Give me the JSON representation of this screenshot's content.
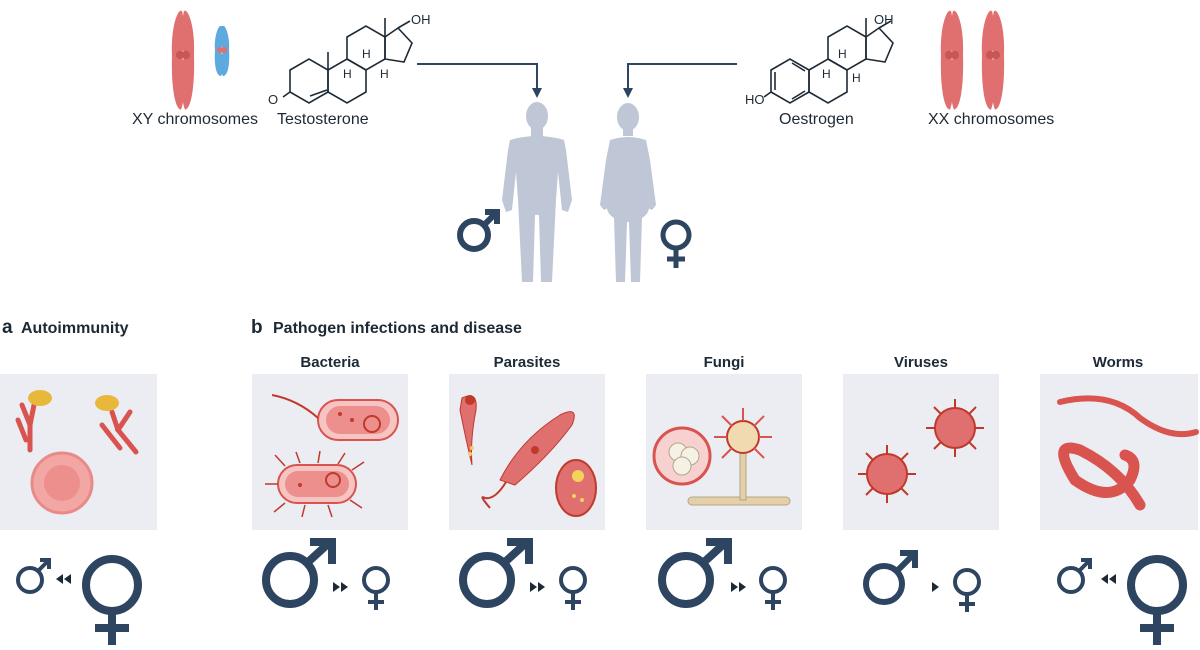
{
  "top": {
    "xy_label": "XY chromosomes",
    "testosterone_label": "Testosterone",
    "oestrogen_label": "Oestrogen",
    "xx_label": "XX chromosomes",
    "oh_label": "OH",
    "ho_label": "HO",
    "o_label": "O",
    "h_label": "H"
  },
  "sections": {
    "a_letter": "a",
    "a_title": "Autoimmunity",
    "b_letter": "b",
    "b_title": "Pathogen infections and disease"
  },
  "panels": [
    {
      "title": "Bacteria",
      "comparison": "male >> female"
    },
    {
      "title": "Parasites",
      "comparison": "male >> female"
    },
    {
      "title": "Fungi",
      "comparison": "male >> female"
    },
    {
      "title": "Viruses",
      "comparison": "male > female"
    },
    {
      "title": "Worms",
      "comparison": "male << female"
    }
  ],
  "autoimmunity_comparison": "male << female",
  "colors": {
    "chromosome_red": "#e0706f",
    "chromosome_blue": "#5ea9de",
    "silhouette": "#bfc6d6",
    "symbol_navy": "#2e4562",
    "panel_bg": "#ebedf2",
    "pathogen_red": "#d9534f"
  }
}
